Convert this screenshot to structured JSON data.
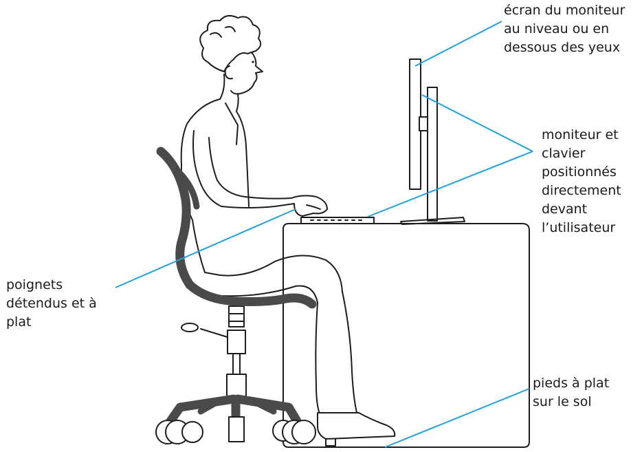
{
  "labels": {
    "monitor_eye_level": "écran du moniteur\nau niveau ou en\ndessous des yeux",
    "centered": "moniteur et\nclavier\npositionnés\ndirectement\ndevant\nl’utilisateur",
    "wrists": "poignets\ndétendus et à\nplat",
    "feet": "pieds à plat\nsur le sol"
  },
  "colors": {
    "leader_line": "#1e9fe0",
    "outline": "#1c1c1c",
    "chair": "#4a4a4a",
    "text": "#1a1a1a"
  }
}
